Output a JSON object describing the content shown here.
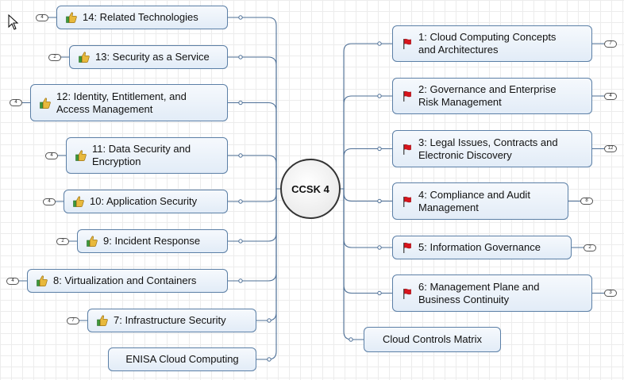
{
  "center": {
    "label": "CCSK 4"
  },
  "left_topics": [
    {
      "label": "14: Related Technologies",
      "icon": "thumbs-up-icon",
      "count": "4"
    },
    {
      "label": "13: Security as a Service",
      "icon": "thumbs-up-icon",
      "count": "2"
    },
    {
      "label": "12: Identity, Entitlement, and\nAccess Management",
      "icon": "thumbs-up-icon",
      "count": "4"
    },
    {
      "label": "11: Data Security and\nEncryption",
      "icon": "thumbs-up-icon",
      "count": "4"
    },
    {
      "label": "10: Application Security",
      "icon": "thumbs-up-icon",
      "count": "4"
    },
    {
      "label": "9: Incident Response",
      "icon": "thumbs-up-icon",
      "count": "2"
    },
    {
      "label": "8: Virtualization and Containers",
      "icon": "thumbs-up-icon",
      "count": "4"
    },
    {
      "label": "7: Infrastructure Security",
      "icon": "thumbs-up-icon",
      "count": "7"
    },
    {
      "label": "ENISA Cloud Computing",
      "icon": "",
      "count": ""
    }
  ],
  "right_topics": [
    {
      "label": "1: Cloud Computing Concepts\nand Architectures",
      "icon": "red-flag-icon",
      "count": "7"
    },
    {
      "label": "2: Governance and Enterprise\nRisk Management",
      "icon": "red-flag-icon",
      "count": "4"
    },
    {
      "label": "3: Legal Issues, Contracts and\nElectronic Discovery",
      "icon": "red-flag-icon",
      "count": "12"
    },
    {
      "label": "4: Compliance and Audit\nManagement",
      "icon": "red-flag-icon",
      "count": "8"
    },
    {
      "label": "5: Information Governance",
      "icon": "red-flag-icon",
      "count": "2"
    },
    {
      "label": "6: Management Plane and\nBusiness Continuity",
      "icon": "red-flag-icon",
      "count": "3"
    },
    {
      "label": "Cloud Controls Matrix",
      "icon": "",
      "count": ""
    }
  ],
  "colors": {
    "connector": "#4d6f96",
    "node_border": "#5b7fa6",
    "flag": "#d8141c",
    "thumb": "#e8b93c"
  }
}
